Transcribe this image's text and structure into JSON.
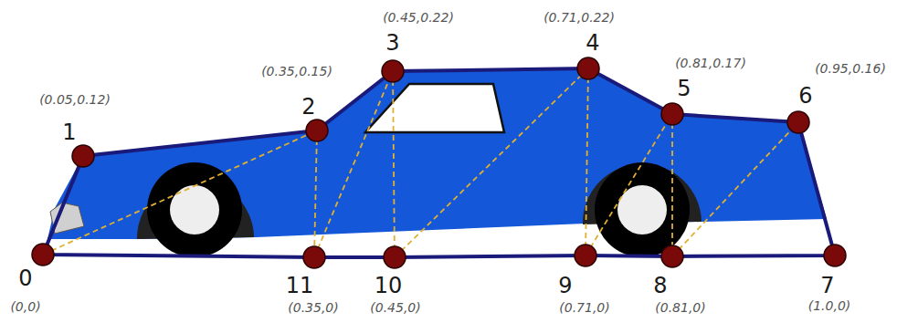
{
  "diagram": {
    "labels": [
      "0",
      "(0,0)",
      "1",
      "(0.05,0.12)",
      "2",
      "(0.35,0.15)",
      "3",
      "(0.45,0.22)",
      "4",
      "(0.71,0.22)",
      "5",
      "(0.81,0.17)",
      "6",
      "(0.95,0.16)",
      "7",
      "(1.0,0)",
      "8",
      "(0.81,0)",
      "9",
      "(0.71,0)",
      "10",
      "(0.45,0)",
      "11",
      "(0.35,0)"
    ]
  }
}
